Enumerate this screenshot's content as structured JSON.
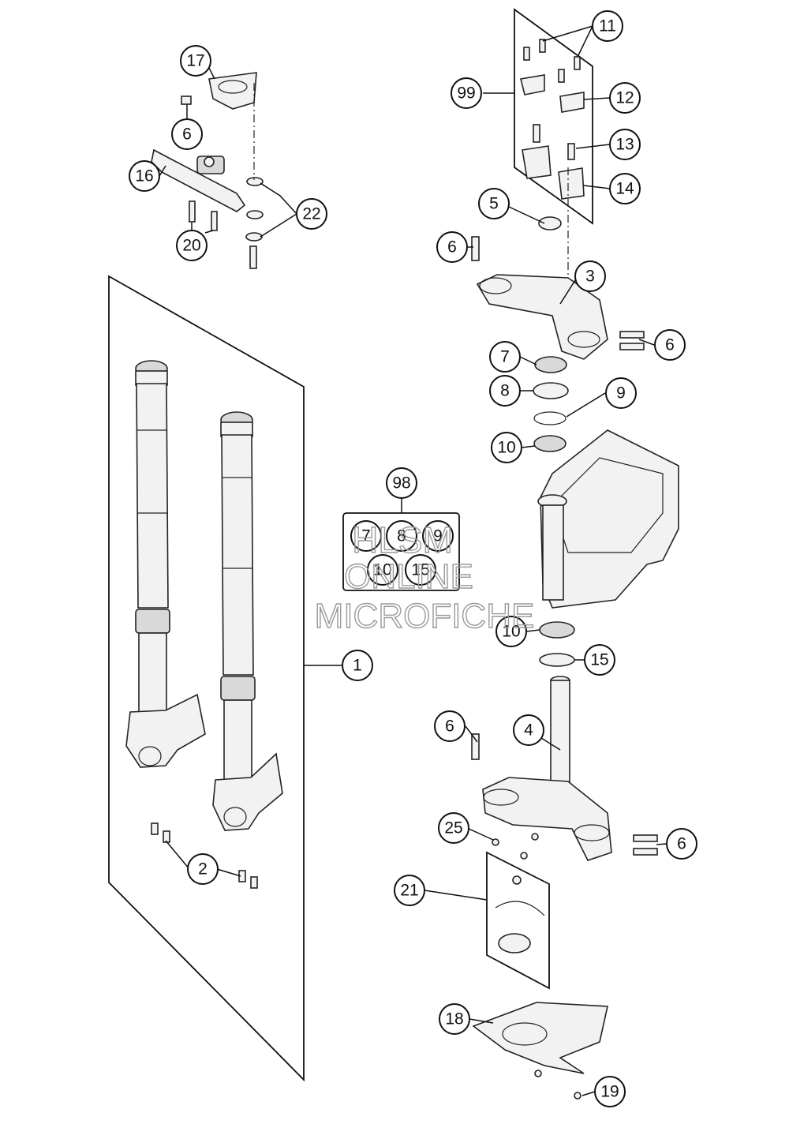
{
  "callouts": {
    "c1": "1",
    "c2": "2",
    "c3": "3",
    "c4": "4",
    "c5": "5",
    "c6a": "6",
    "c6b": "6",
    "c6c": "6",
    "c6d": "6",
    "c6e": "6",
    "c7": "7",
    "c8": "8",
    "c9": "9",
    "c10a": "10",
    "c10b": "10",
    "c11": "11",
    "c12": "12",
    "c13": "13",
    "c14": "14",
    "c15": "15",
    "c16": "16",
    "c17": "17",
    "c18": "18",
    "c19": "19",
    "c20": "20",
    "c21": "21",
    "c22": "22",
    "c25": "25",
    "c98": "98",
    "c99": "99"
  },
  "kit98": {
    "k7": "7",
    "k8": "8",
    "k9": "9",
    "k10": "10",
    "k15": "15"
  },
  "watermark": {
    "line1": "HLSM",
    "line2": "ONLINE",
    "line3": "MICROFICHE"
  }
}
